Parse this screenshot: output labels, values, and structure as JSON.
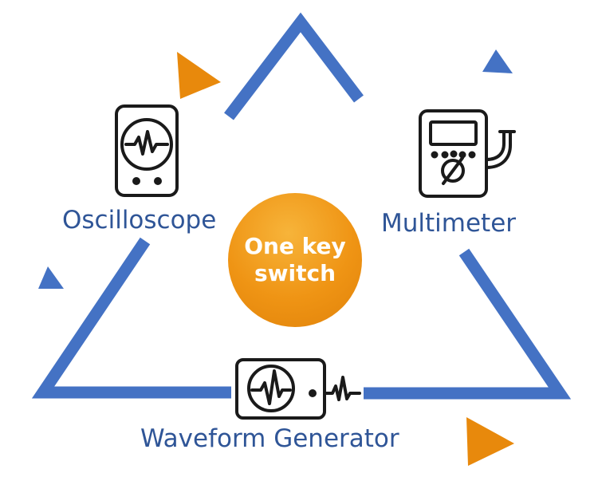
{
  "colors": {
    "frame_blue": "#4472c4",
    "accent_orange": "#e8890c",
    "icon_stroke": "#1a1a1a",
    "label_blue": "#2f5597"
  },
  "nodes": {
    "oscilloscope": {
      "label": "Oscilloscope",
      "icon": "oscilloscope-icon"
    },
    "multimeter": {
      "label": "Multimeter",
      "icon": "multimeter-icon"
    },
    "waveform_generator": {
      "label": "Waveform Generator",
      "icon": "waveform-generator-icon"
    }
  },
  "center": {
    "line1": "One key",
    "line2": "switch"
  }
}
